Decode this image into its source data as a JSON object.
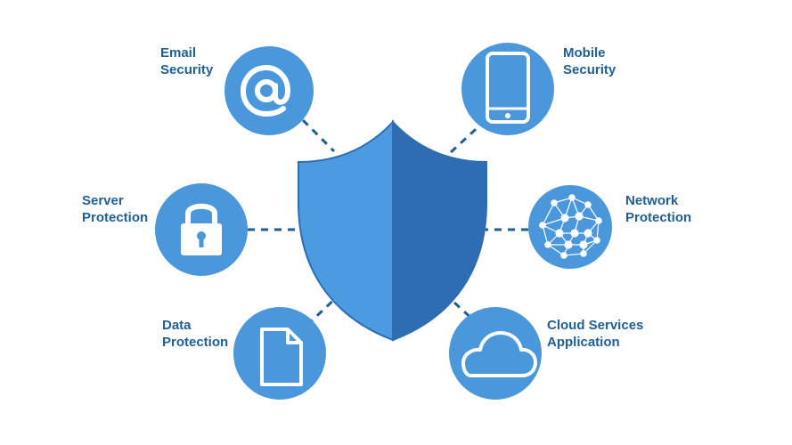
{
  "colors": {
    "circle": "#4a97dc",
    "shield_light": "#4c9be0",
    "shield_dark": "#2f6db3",
    "connector": "#1f5f93",
    "label_text": "#1f5f93",
    "icon": "#ffffff"
  },
  "items": [
    {
      "id": "email-security",
      "icon": "at-sign-icon",
      "label_line1": "Email",
      "label_line2": "Security"
    },
    {
      "id": "mobile-security",
      "icon": "smartphone-icon",
      "label_line1": "Mobile",
      "label_line2": "Security"
    },
    {
      "id": "server-protection",
      "icon": "padlock-icon",
      "label_line1": "Server",
      "label_line2": "Protection"
    },
    {
      "id": "network-protection",
      "icon": "network-globe-icon",
      "label_line1": "Network",
      "label_line2": "Protection"
    },
    {
      "id": "data-protection",
      "icon": "document-icon",
      "label_line1": "Data",
      "label_line2": "Protection"
    },
    {
      "id": "cloud-services",
      "icon": "cloud-icon",
      "label_line1": "Cloud Services",
      "label_line2": "Application"
    }
  ],
  "center": {
    "icon": "shield-icon"
  }
}
